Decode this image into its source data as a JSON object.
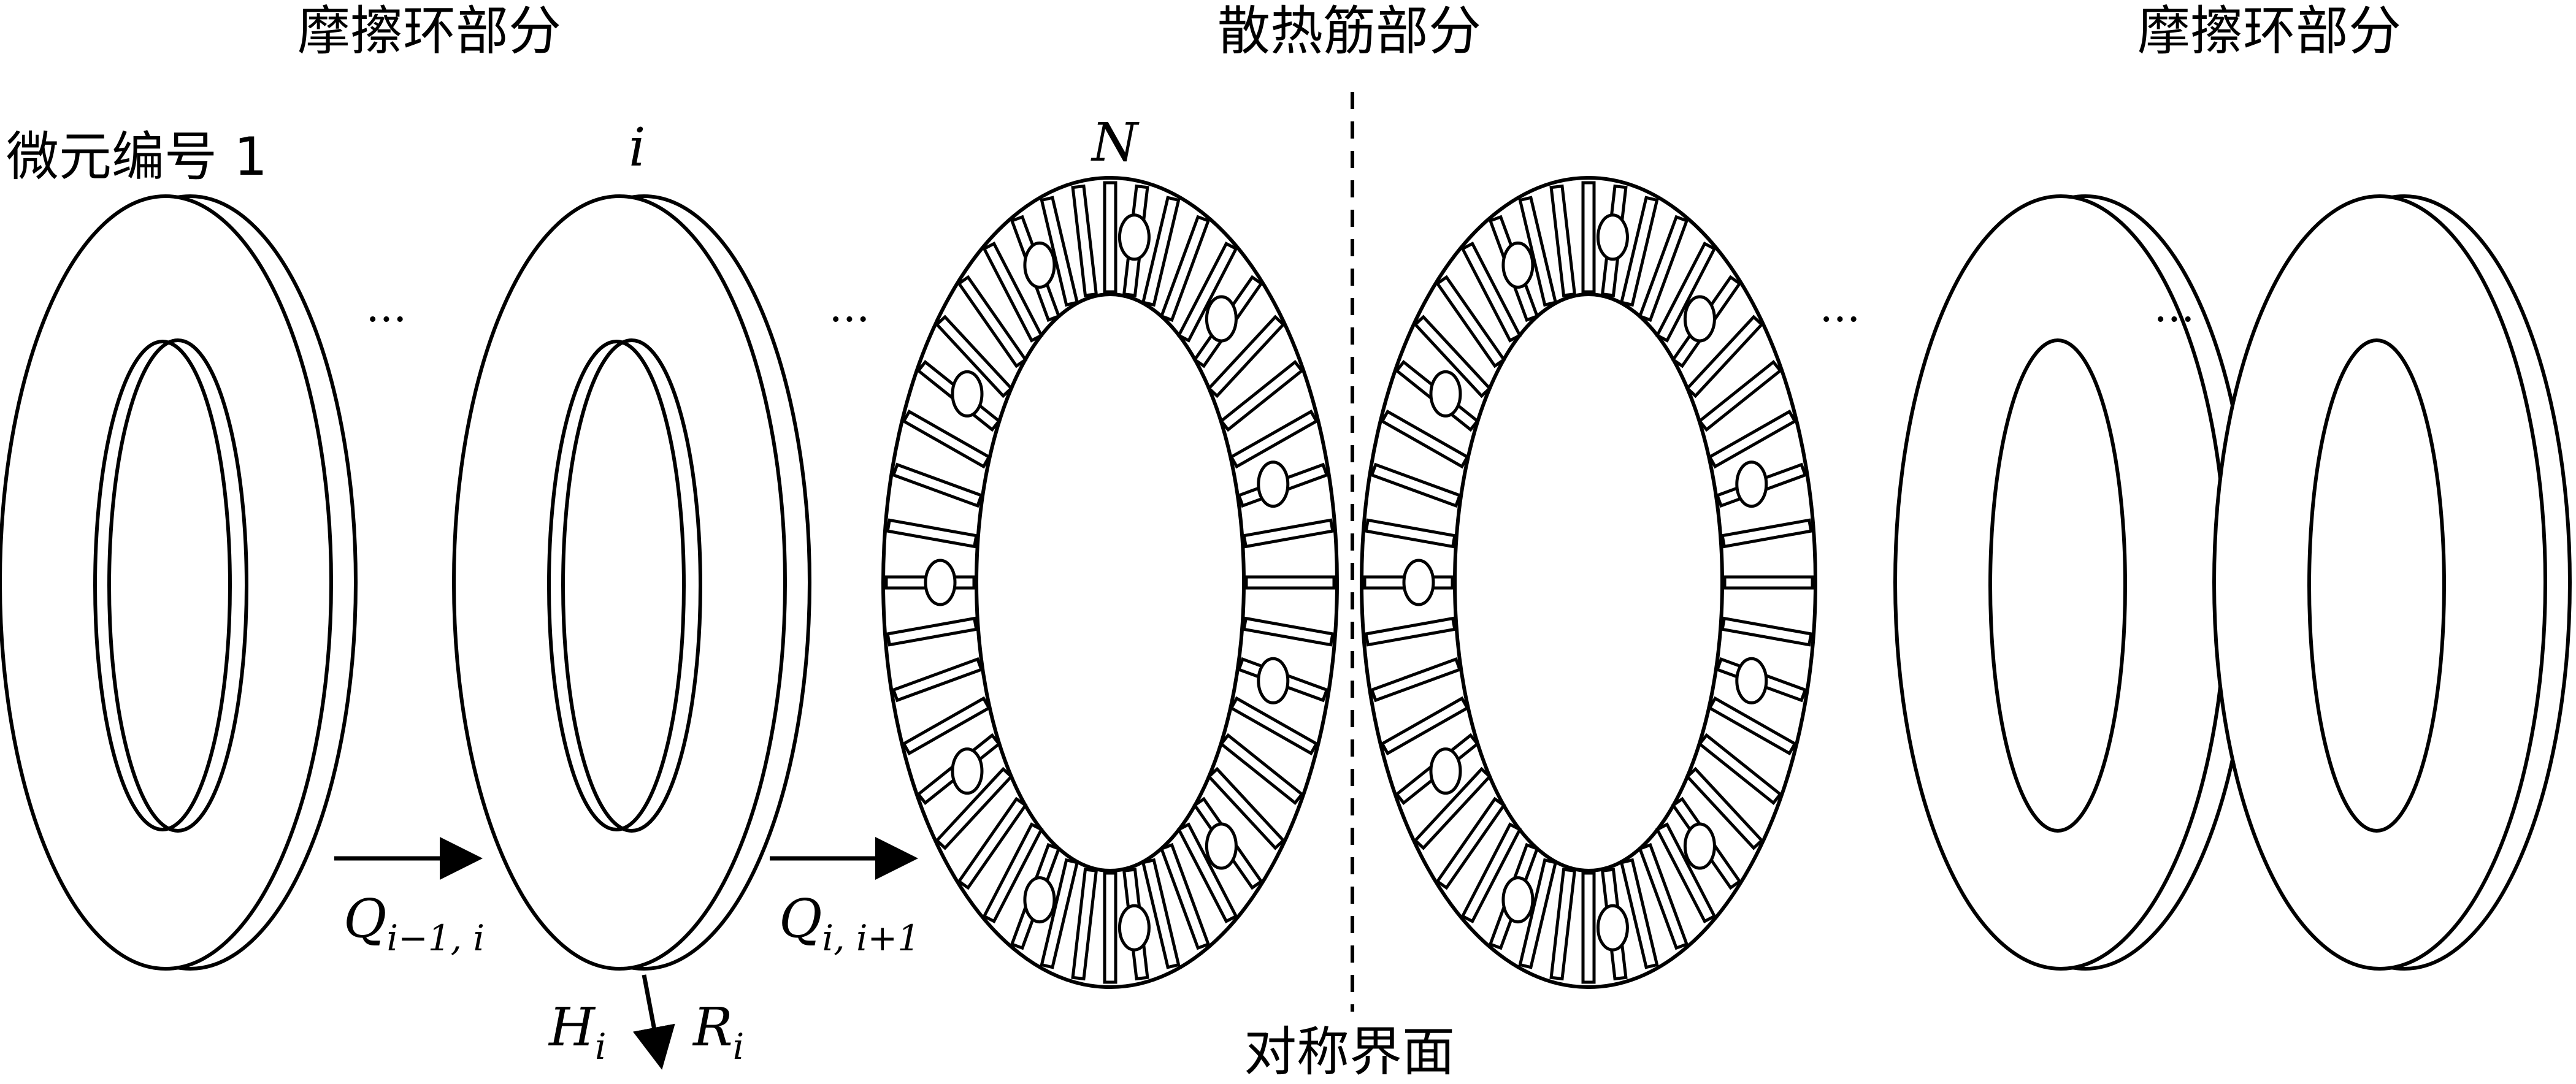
{
  "headers": {
    "left": "摩擦环部分",
    "center": "散热筋部分",
    "right": "摩擦环部分"
  },
  "labels": {
    "element_number": "微元编号 1",
    "i": "i",
    "N": "N",
    "symmetry_interface": "对称界面",
    "ellipsis": "···"
  },
  "flows": {
    "q_in": {
      "symbol": "Q",
      "sub": "i−1, i"
    },
    "q_out": {
      "symbol": "Q",
      "sub": "i, i+1"
    },
    "h": {
      "symbol": "H",
      "sub": "i"
    },
    "r": {
      "symbol": "R",
      "sub": "i"
    }
  }
}
